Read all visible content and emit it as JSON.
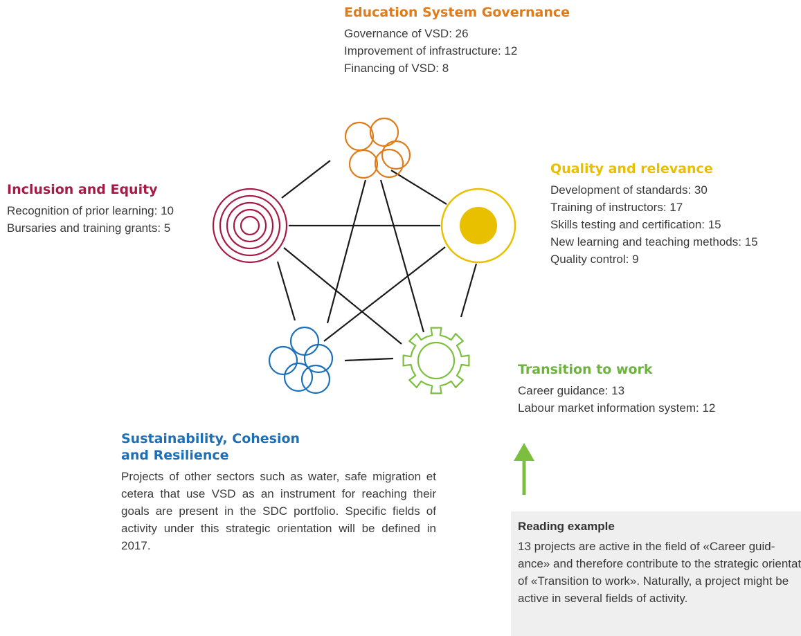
{
  "governance": {
    "title": "Education System Governance",
    "items": [
      "Governance of VSD: 26",
      "Improvement of infrastructure: 12",
      "Financing of VSD: 8"
    ]
  },
  "inclusion": {
    "title": "Inclusion and Equity",
    "items": [
      "Recognition of prior learning: 10",
      "Bursaries and training grants: 5"
    ]
  },
  "quality": {
    "title": "Quality and relevance",
    "items": [
      "Development of standards: 30",
      "Training of instructors: 17",
      "Skills testing and certification: 15",
      "New learning and teaching methods: 15",
      "Quality control: 9"
    ]
  },
  "transition": {
    "title": "Transition to work",
    "items": [
      "Career guidance: 13",
      "Labour market information system: 12"
    ]
  },
  "sustainability": {
    "title_line1": "Sustainability, Cohesion",
    "title_line2": "and Resilience",
    "text": "Projects of other sectors such as water, safe migration et cetera that use VSD as an instrument for reaching their goals are present in the SDC portfolio. Specific fields of activity under this strategic orientation will be defined in 2017."
  },
  "reading_example": {
    "title": "Reading example",
    "text": "13 projects are active in the field of «Career guid-\nance» and therefore contribute to the strategic orientation\nof «Transition to work». Naturally, a project might be\nactive in several fields of activity."
  },
  "colors": {
    "governance": "#e07b1a",
    "inclusion": "#a61a45",
    "quality": "#e8c000",
    "transition": "#6db33f",
    "sustainability": "#1d6fb7",
    "connector": "#1a1a1a",
    "arrow": "#7cbf3f"
  },
  "icons": {
    "governance": "five-rings-flower-icon",
    "inclusion": "concentric-circles-icon",
    "quality": "ring-with-dot-icon",
    "transition": "gear-icon",
    "sustainability": "interlocking-circles-icon"
  }
}
